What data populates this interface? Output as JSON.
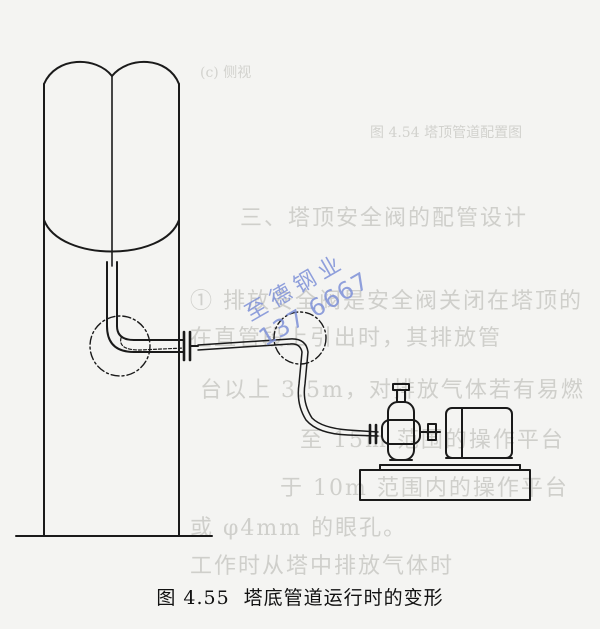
{
  "caption": {
    "number": "图 4.55",
    "title": "塔底管道运行时的变形"
  },
  "watermark": {
    "text": "至德钢业",
    "phone": "137 6667"
  },
  "bleed_through": {
    "lines": [
      "三、塔顶安全阀的配管设计",
      "① 排放安全阀是安全阀关闭在塔顶的",
      "在直管段上引出时，其排放管",
      "台以上 3.5m，对排放气体若有易燃",
      "至 15m 范围的操作平台",
      "于 10m 范围内的操作平台",
      "或 φ4mm 的眼孔。",
      "工作时从塔中排放气体时"
    ],
    "fragments": [
      "(c) 侧视",
      "图 4.54 塔顶管道配置图"
    ]
  },
  "colors": {
    "ink": "#1a1a1a",
    "paper": "#f4f4f2",
    "watermark": "#7e91d8"
  }
}
